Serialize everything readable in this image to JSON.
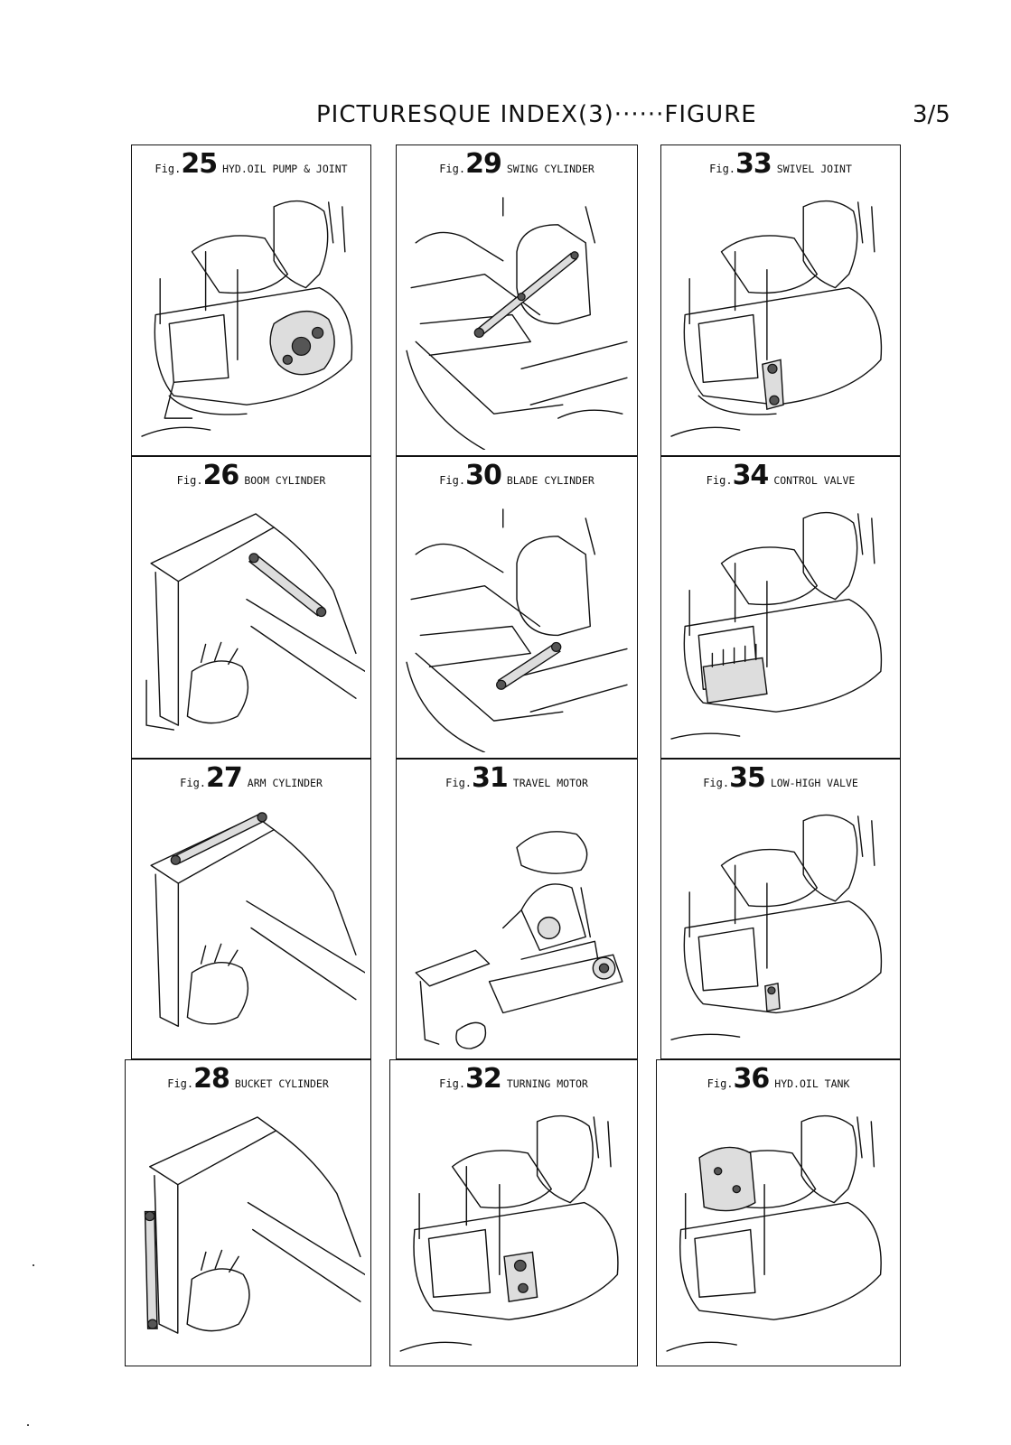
{
  "header": {
    "title": "PICTURESQUE INDEX(3)······FIGURE",
    "page": "3/5"
  },
  "figures": [
    {
      "prefix": "Fig.",
      "num": "25",
      "name": "HYD.OIL PUMP & JOINT",
      "icon": "excavator-seat-pump-icon"
    },
    {
      "prefix": "Fig.",
      "num": "29",
      "name": "SWING CYLINDER",
      "icon": "excavator-blade-cylinder-icon"
    },
    {
      "prefix": "Fig.",
      "num": "33",
      "name": "SWIVEL JOINT",
      "icon": "excavator-seat-joint-icon"
    },
    {
      "prefix": "Fig.",
      "num": "26",
      "name": "BOOM CYLINDER",
      "icon": "excavator-arm-boom-icon"
    },
    {
      "prefix": "Fig.",
      "num": "30",
      "name": "BLADE CYLINDER",
      "icon": "excavator-blade-cylinder-icon"
    },
    {
      "prefix": "Fig.",
      "num": "34",
      "name": "CONTROL VALVE",
      "icon": "excavator-seat-valve-icon"
    },
    {
      "prefix": "Fig.",
      "num": "27",
      "name": "ARM CYLINDER",
      "icon": "excavator-arm-boom-icon"
    },
    {
      "prefix": "Fig.",
      "num": "31",
      "name": "TRAVEL MOTOR",
      "icon": "mini-excavator-icon"
    },
    {
      "prefix": "Fig.",
      "num": "35",
      "name": "LOW-HIGH VALVE",
      "icon": "excavator-seat-valve-icon"
    },
    {
      "prefix": "Fig.",
      "num": "28",
      "name": "BUCKET CYLINDER",
      "icon": "excavator-arm-bucket-icon"
    },
    {
      "prefix": "Fig.",
      "num": "32",
      "name": "TURNING MOTOR",
      "icon": "excavator-seat-motor-icon"
    },
    {
      "prefix": "Fig.",
      "num": "36",
      "name": "HYD.OIL TANK",
      "icon": "excavator-seat-tank-icon"
    }
  ]
}
